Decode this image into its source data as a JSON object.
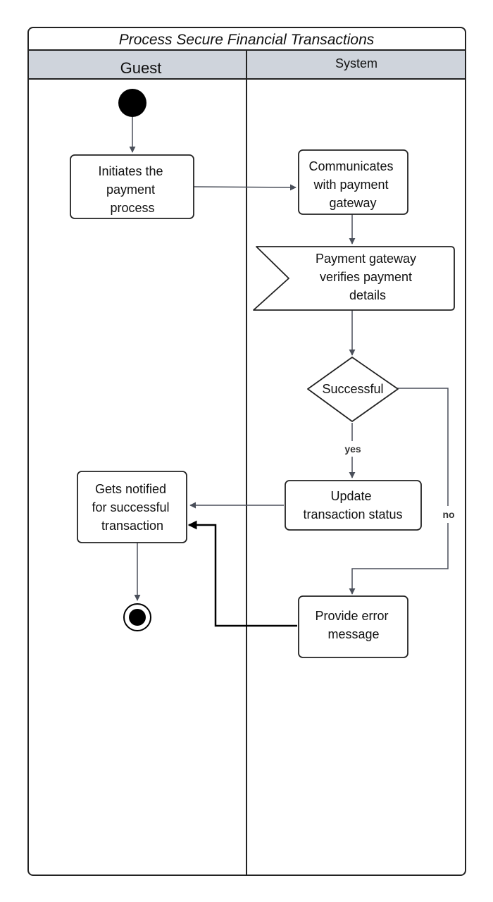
{
  "diagram": {
    "title": "Process Secure Financial Transactions",
    "lanes": {
      "guest": "Guest",
      "system": "System"
    },
    "nodes": {
      "initiate": [
        "Initiates the",
        "payment",
        "process"
      ],
      "communicate": [
        "Communicates",
        "with payment",
        "gateway"
      ],
      "verify": [
        "Payment gateway",
        "verifies payment",
        "details"
      ],
      "decision": [
        "Successful"
      ],
      "update": [
        "Update",
        "transaction status"
      ],
      "notified": [
        "Gets notified",
        "for successful",
        "transaction"
      ],
      "error": [
        "Provide error",
        "message"
      ]
    },
    "edges": {
      "yes": "yes",
      "no": "no"
    }
  }
}
